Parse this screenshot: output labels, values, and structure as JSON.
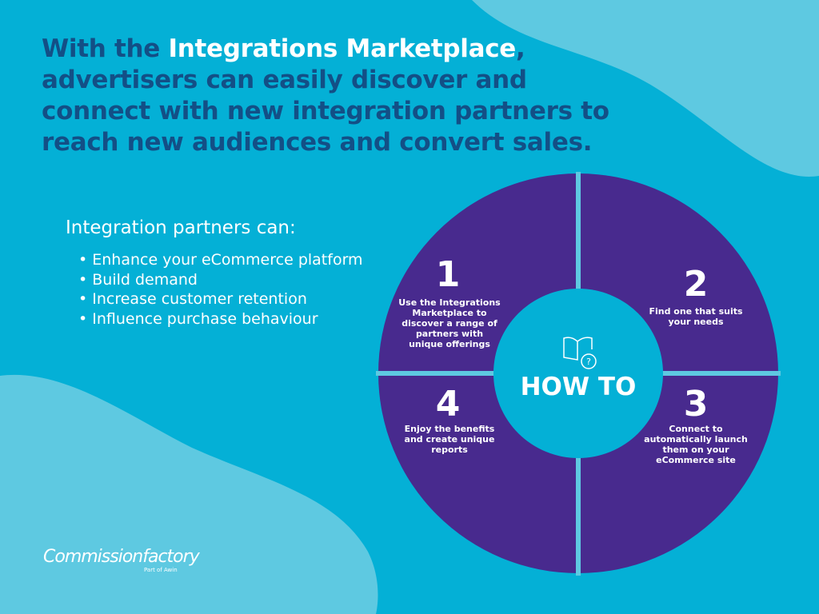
{
  "headline": {
    "part1": "With the ",
    "highlight": "Integrations Marketplace",
    "part2": ", advertisers can easily discover and connect with new integration partners to reach new audiences and convert sales."
  },
  "partners": {
    "title": "Integration partners can:",
    "items": [
      "Enhance your eCommerce platform",
      "Build demand",
      "Increase customer retention",
      "Influence purchase behaviour"
    ]
  },
  "diagram": {
    "center_label": "HOW TO",
    "icon": "book-question-icon",
    "steps": [
      {
        "number": "1",
        "text": "Use the Integrations Marketplace to discover a range of partners with unique offerings"
      },
      {
        "number": "2",
        "text": "Find one that suits your needs"
      },
      {
        "number": "3",
        "text": "Connect to automatically launch them on your eCommerce site"
      },
      {
        "number": "4",
        "text": "Enjoy the benefits and create unique reports"
      }
    ]
  },
  "logo": {
    "name": "Commissionfactory",
    "tagline": "Part of Awin"
  },
  "colors": {
    "background": "#04b0d6",
    "blob": "#5ec9e1",
    "purple": "#482a8e",
    "heading": "#134f86"
  }
}
